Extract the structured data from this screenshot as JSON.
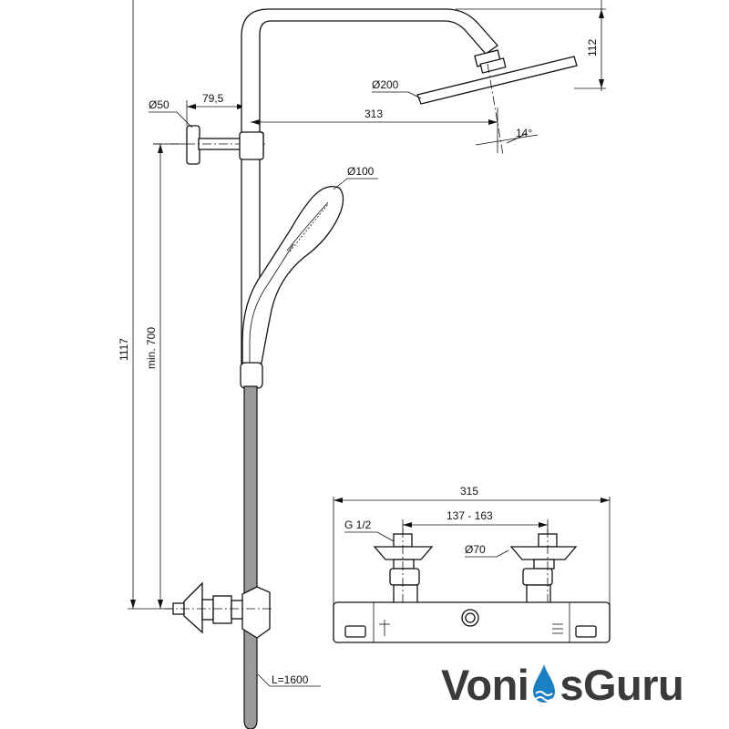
{
  "dimensions": {
    "total_height": "1117",
    "min_height": "min. 700",
    "arm_reach": "313",
    "head_drop": "112",
    "head_diameter": "Ø200",
    "tilt_angle": "14°",
    "wall_offset": "79,5",
    "flange_diameter": "Ø50",
    "hand_shower_diameter": "Ø100",
    "hose_length": "L=1600",
    "mixer_width": "315",
    "inlet_spacing": "137 - 163",
    "thread": "G 1/2",
    "escutcheon_diameter": "Ø70"
  },
  "brand": {
    "part1": "Voni",
    "part2": "sGuru",
    "dark_color": "#3a3a3a",
    "accent_color": "#1b7fc4"
  }
}
